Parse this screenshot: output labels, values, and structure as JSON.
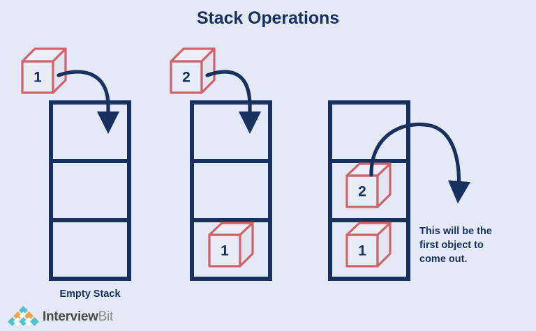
{
  "page": {
    "title": "Stack Operations",
    "background_color": "#e4e9f6",
    "accent_navy": "#17305e",
    "accent_red": "#d0636a"
  },
  "panels": [
    {
      "id": "panel-empty",
      "label": "Empty Stack",
      "incoming_cube": "1",
      "cells": [
        "",
        "",
        ""
      ],
      "arrow": "push"
    },
    {
      "id": "panel-push-second",
      "label": "",
      "incoming_cube": "2",
      "cells": [
        "",
        "",
        "1"
      ],
      "arrow": "push"
    },
    {
      "id": "panel-pop",
      "label": "",
      "incoming_cube": "",
      "cells": [
        "",
        "2",
        "1"
      ],
      "arrow": "pop"
    }
  ],
  "note": {
    "line1": "This will be the",
    "line2": "first object to",
    "line3": "come out."
  },
  "logo": {
    "text_primary": "Interview",
    "text_secondary": "Bit",
    "diamond_teal": "#4ec3c9",
    "diamond_orange": "#f2a33c",
    "diamond_white": "#ffffff"
  }
}
